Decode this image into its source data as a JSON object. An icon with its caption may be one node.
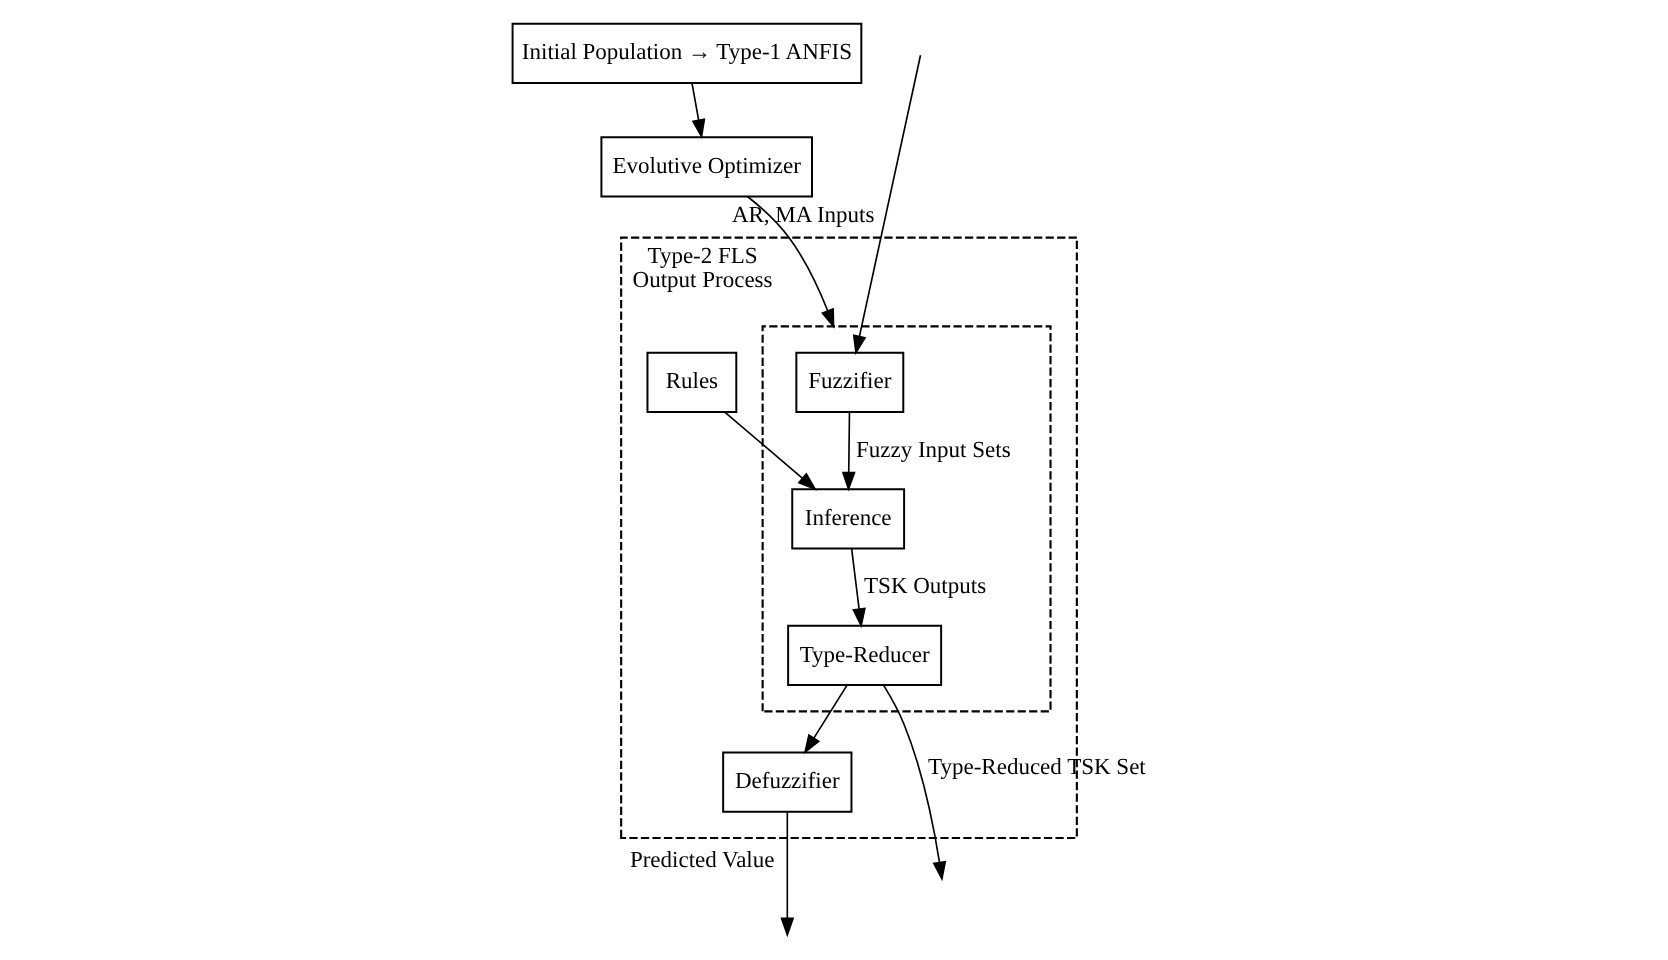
{
  "diagram": {
    "nodes": [
      {
        "text": [
          "Initial Population → Type-1 ANFIS"
        ]
      },
      {
        "text": [
          "Evolutive Optimizer"
        ]
      },
      {
        "text": [
          "Type-2 FLS",
          "Output Process"
        ]
      },
      {
        "text": [],
        "shape": "box",
        "in": 2
      },
      {
        "text": [
          "Defuzzifier"
        ],
        "in": 2
      },
      {
        "text": [
          "Rules"
        ],
        "in": 2
      },
      {
        "text": [
          "Fuzzifier"
        ],
        "in": 3
      },
      {
        "text": [
          "Type-Reducer"
        ],
        "in": 3
      },
      {
        "text": [
          "Inference"
        ],
        "in": 3
      }
    ],
    "edges": [
      {
        "from": 0,
        "to": 1,
        "arrow": "to"
      },
      {
        "from": 1,
        "to": 3,
        "arrow": "to"
      },
      {
        "from": null,
        "to": 6,
        "arrow": "to",
        "label": "AR, MA Inputs"
      },
      {
        "from": 6,
        "to": 8,
        "arrow": "to",
        "label": "Fuzzy Input Sets"
      },
      {
        "from": 5,
        "to": 8,
        "arrow": "to"
      },
      {
        "from": 8,
        "to": 7,
        "arrow": "to",
        "label": "TSK Outputs"
      },
      {
        "from": 7,
        "to": 4,
        "arrow": "to"
      },
      {
        "from": 4,
        "to": null,
        "arrow": "to",
        "label": "Predicted Value"
      },
      {
        "from": 7,
        "to": null,
        "arrow": "to",
        "label": "Type-Reduced TSK Set"
      }
    ]
  }
}
